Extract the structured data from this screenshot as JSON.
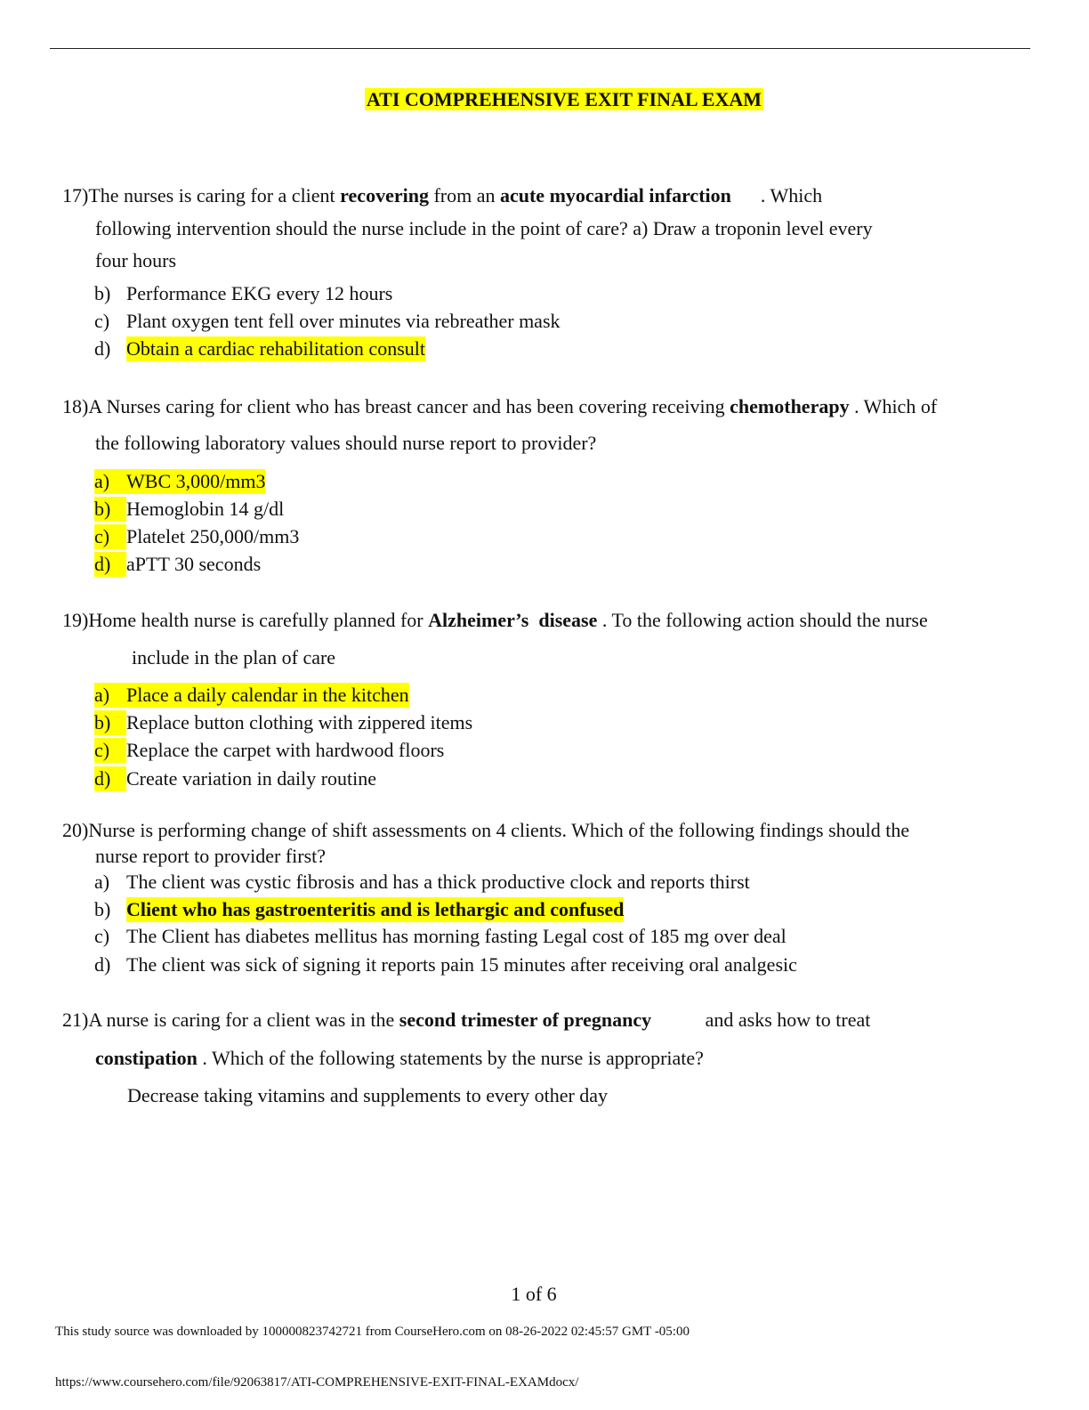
{
  "title": "ATI COMPREHENSIVE EXIT FINAL EXAM",
  "q17": {
    "num": "17)",
    "t1": "The nurses is caring for a client ",
    "b1": "recovering",
    "t2": " from an  ",
    "b2": "acute myocardial infarction",
    "t3": "      . Which",
    "line2": "following intervention should the nurse include in the point of care?  a) Draw a troponin level every",
    "line3": "four hours",
    "options": [
      {
        "label": "b)",
        "text": "Performance EKG every 12 hours"
      },
      {
        "label": "c)",
        "text": "Plant oxygen tent fell over minutes via rebreather mask"
      },
      {
        "label": "d)",
        "text": "Obtain a cardiac rehabilitation consult"
      }
    ]
  },
  "q18": {
    "num": "18)",
    "t1": "A Nurses caring for client who has breast cancer and has been covering receiving ",
    "b1": "chemotherapy",
    "t2": " . Which of",
    "line2": "the following laboratory values should nurse report to provider?",
    "options": [
      {
        "label": "a)",
        "text": "WBC 3,000/mm3"
      },
      {
        "label": "b)",
        "text": "Hemoglobin 14 g/dl"
      },
      {
        "label": "c)",
        "text": "Platelet 250,000/mm3"
      },
      {
        "label": "d)",
        "text": "aPTT 30 seconds"
      }
    ]
  },
  "q19": {
    "num": "19)",
    "t1": "Home health nurse is carefully planned for ",
    "b1": "Alzheimer’s  disease",
    "t2": " . To the following action should the nurse",
    "line2": "include in the plan of care",
    "options": [
      {
        "label": "a)",
        "text": "Place a daily calendar in the kitchen"
      },
      {
        "label": "b)",
        "text": "Replace button clothing with zippered items"
      },
      {
        "label": "c)",
        "text": "Replace the carpet with hardwood floors"
      },
      {
        "label": "d)",
        "text": "Create variation in daily routine"
      }
    ]
  },
  "q20": {
    "num": "20)",
    "t1": "Nurse is performing change of shift assessments on 4 clients. Which of the following findings should the",
    "line2": "nurse report to provider first?",
    "options": [
      {
        "label": "a)",
        "text": "The client was cystic fibrosis and has a thick productive clock and reports thirst"
      },
      {
        "label": "b)",
        "text": "Client who has gastroenteritis and is lethargic and confused"
      },
      {
        "label": "c)",
        "text": "The Client has diabetes mellitus has morning fasting Legal cost of 185 mg over deal"
      },
      {
        "label": "d)",
        "text": "The client was sick of signing it reports pain 15 minutes after receiving oral analgesic"
      }
    ]
  },
  "q21": {
    "num": "21)",
    "t1": "A nurse is caring for a client was in the ",
    "b1": "second trimester of pregnancy",
    "t2": "           and asks how to treat",
    "b2": "constipation",
    "t3": " . Which of the following statements by the nurse is appropriate?",
    "line3": "Decrease taking vitamins and supplements to every other day"
  },
  "footer": {
    "page": "1 of 6",
    "source": "This study source was downloaded by 100000823742721 from CourseHero.com on 08-26-2022 02:45:57 GMT -05:00",
    "url": "https://www.coursehero.com/file/92063817/ATI-COMPREHENSIVE-EXIT-FINAL-EXAMdocx/"
  }
}
